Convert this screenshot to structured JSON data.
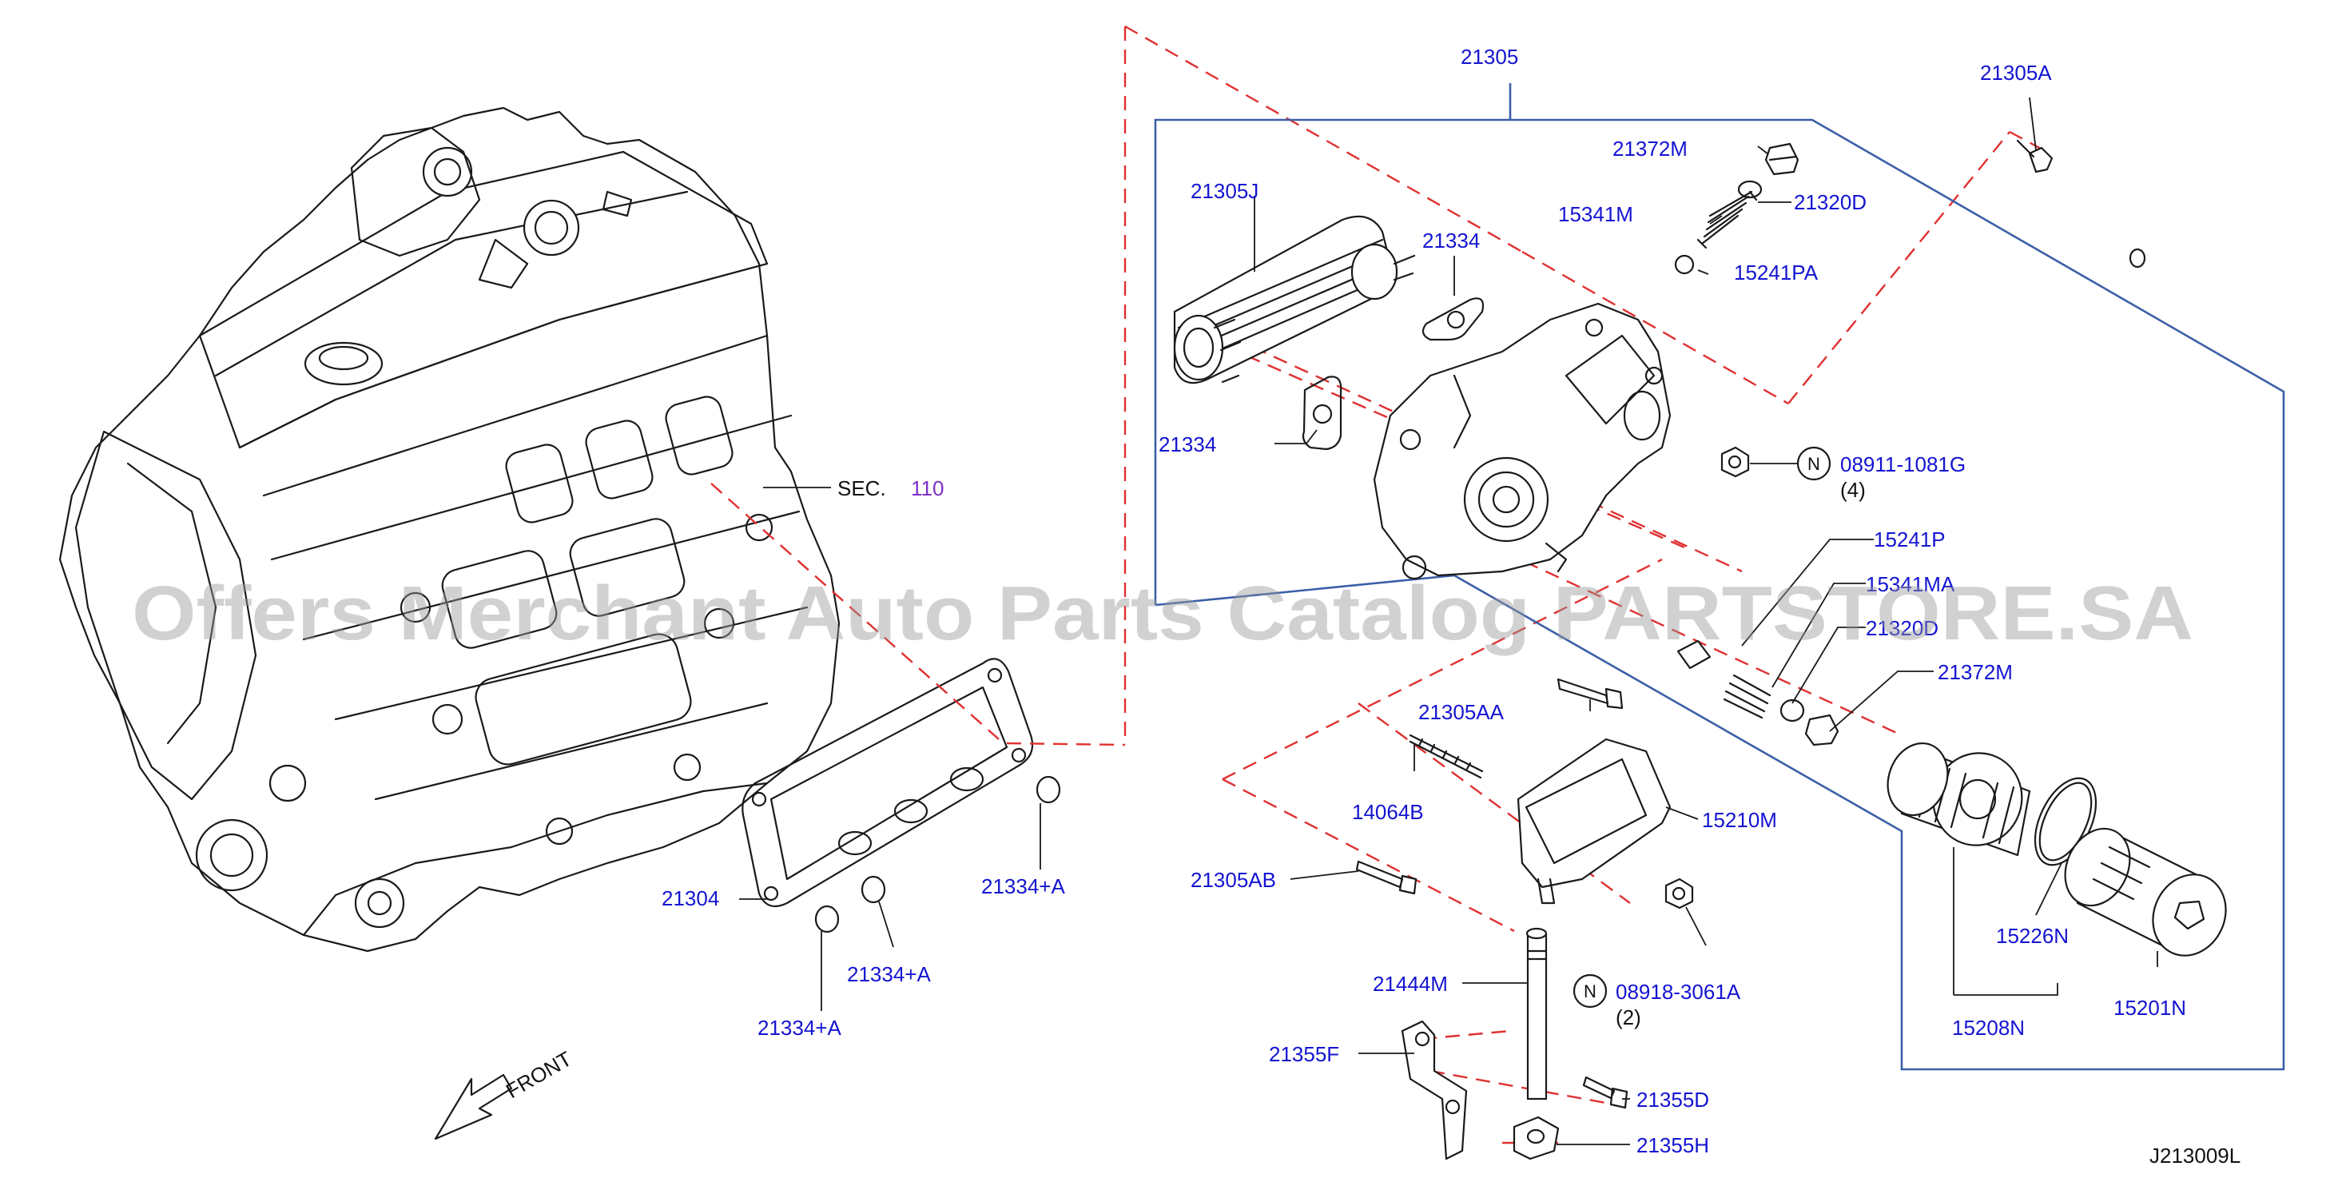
{
  "labels": {
    "p21305": "21305",
    "p21305A": "21305A",
    "p21372M_top": "21372M",
    "p21320D_top": "21320D",
    "p15341M_top": "15341M",
    "p15241PA": "15241PA",
    "p21305J": "21305J",
    "p21334_top": "21334",
    "p21334_left": "21334",
    "p08911": "08911-1081G",
    "p08911_qty": "(4)",
    "p15241P": "15241P",
    "p15341MA": "15341MA",
    "p21320D_low": "21320D",
    "p21372M_low": "21372M",
    "p21305AA": "21305AA",
    "p14064B": "14064B",
    "p15210M": "15210M",
    "p21305AB": "21305AB",
    "p08918": "08918-3061A",
    "p08918_qty": "(2)",
    "p21444M": "21444M",
    "p15226N": "15226N",
    "p15201N": "15201N",
    "p15208N": "15208N",
    "p21355F": "21355F",
    "p21355D": "21355D",
    "p21355H": "21355H",
    "p21304": "21304",
    "p21334A_1": "21334+A",
    "p21334A_2": "21334+A",
    "p21334A_3": "21334+A",
    "sec_text": "SEC.",
    "sec_num": "110",
    "front": "FRONT",
    "nut_letter_1": "N",
    "nut_letter_2": "N",
    "diagram_code": "J213009L",
    "watermark": "Offers Merchant Auto Parts Catalog PARTSTORE.SA"
  },
  "colors": {
    "part_number": "#1414d2",
    "section_ref": "#7b2fc9",
    "phantom_line": "#e03030",
    "group_bracket": "#3b5fa8",
    "ink": "#1a1a1a"
  }
}
